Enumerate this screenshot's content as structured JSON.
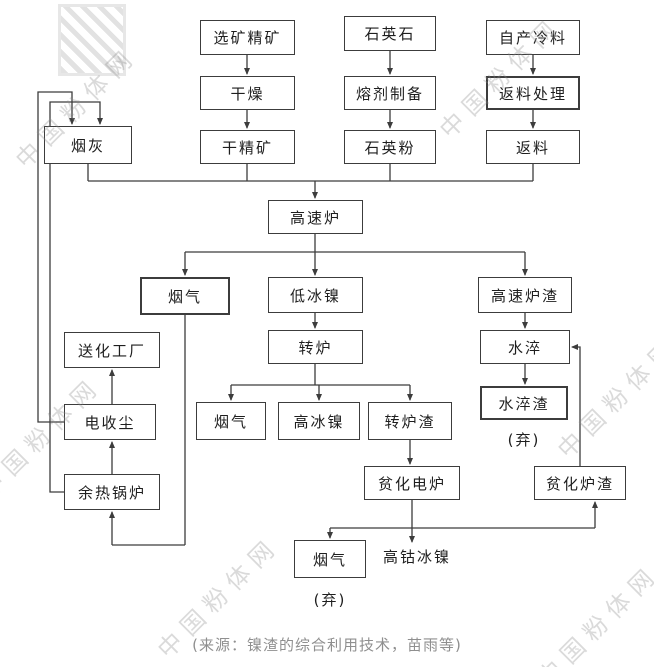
{
  "watermark": "中国粉体网",
  "caption": "(来源：镍渣的综合利用技术，苗雨等)",
  "nodes": [
    {
      "id": "ore-concentrate",
      "label": "选矿精矿"
    },
    {
      "id": "quartz-stone",
      "label": "石英石"
    },
    {
      "id": "self-produced-cold-material",
      "label": "自产冷料"
    },
    {
      "id": "drying",
      "label": "干燥"
    },
    {
      "id": "flux-preparation",
      "label": "熔剂制备"
    },
    {
      "id": "return-material-processing",
      "label": "返料处理"
    },
    {
      "id": "smoke-dust",
      "label": "烟灰"
    },
    {
      "id": "dry-concentrate",
      "label": "干精矿"
    },
    {
      "id": "quartz-powder",
      "label": "石英粉"
    },
    {
      "id": "return-material",
      "label": "返料"
    },
    {
      "id": "high-speed-furnace",
      "label": "高速炉"
    },
    {
      "id": "flue-gas-1",
      "label": "烟气"
    },
    {
      "id": "low-nickel-matte",
      "label": "低冰镍"
    },
    {
      "id": "high-speed-furnace-slag",
      "label": "高速炉渣"
    },
    {
      "id": "to-chemical-plant",
      "label": "送化工厂"
    },
    {
      "id": "converter",
      "label": "转炉"
    },
    {
      "id": "water-quench",
      "label": "水淬"
    },
    {
      "id": "electrostatic-precipitator",
      "label": "电收尘"
    },
    {
      "id": "flue-gas-2",
      "label": "烟气"
    },
    {
      "id": "high-nickel-matte",
      "label": "高冰镍"
    },
    {
      "id": "converter-slag",
      "label": "转炉渣"
    },
    {
      "id": "water-quench-slag",
      "label": "水淬渣"
    },
    {
      "id": "discard-1",
      "label": "(弃)"
    },
    {
      "id": "waste-heat-boiler",
      "label": "余热锅炉"
    },
    {
      "id": "depletion-electric-furnace",
      "label": "贫化电炉"
    },
    {
      "id": "depleted-furnace-slag",
      "label": "贫化炉渣"
    },
    {
      "id": "flue-gas-3",
      "label": "烟气"
    },
    {
      "id": "high-cobalt-nickel-matte",
      "label": "高钴冰镍"
    },
    {
      "id": "discard-2",
      "label": "(弃)"
    }
  ],
  "edges": [
    {
      "from": "ore-concentrate",
      "to": "drying"
    },
    {
      "from": "drying",
      "to": "dry-concentrate"
    },
    {
      "from": "quartz-stone",
      "to": "flux-preparation"
    },
    {
      "from": "flux-preparation",
      "to": "quartz-powder"
    },
    {
      "from": "self-produced-cold-material",
      "to": "return-material-processing"
    },
    {
      "from": "return-material-processing",
      "to": "return-material"
    },
    {
      "from": "dry-concentrate",
      "to": "high-speed-furnace"
    },
    {
      "from": "quartz-powder",
      "to": "high-speed-furnace"
    },
    {
      "from": "return-material",
      "to": "high-speed-furnace"
    },
    {
      "from": "smoke-dust",
      "to": "high-speed-furnace"
    },
    {
      "from": "high-speed-furnace",
      "to": "flue-gas-1"
    },
    {
      "from": "high-speed-furnace",
      "to": "low-nickel-matte"
    },
    {
      "from": "high-speed-furnace",
      "to": "high-speed-furnace-slag"
    },
    {
      "from": "low-nickel-matte",
      "to": "converter"
    },
    {
      "from": "converter",
      "to": "flue-gas-2"
    },
    {
      "from": "converter",
      "to": "high-nickel-matte"
    },
    {
      "from": "converter",
      "to": "converter-slag"
    },
    {
      "from": "converter-slag",
      "to": "depletion-electric-furnace"
    },
    {
      "from": "depletion-electric-furnace",
      "to": "flue-gas-3"
    },
    {
      "from": "depletion-electric-furnace",
      "to": "high-cobalt-nickel-matte"
    },
    {
      "from": "depletion-electric-furnace",
      "to": "depleted-furnace-slag"
    },
    {
      "from": "depleted-furnace-slag",
      "to": "water-quench"
    },
    {
      "from": "high-speed-furnace-slag",
      "to": "water-quench"
    },
    {
      "from": "water-quench",
      "to": "water-quench-slag"
    },
    {
      "from": "water-quench-slag",
      "to": "discard-1"
    },
    {
      "from": "flue-gas-1",
      "to": "waste-heat-boiler"
    },
    {
      "from": "waste-heat-boiler",
      "to": "electrostatic-precipitator"
    },
    {
      "from": "electrostatic-precipitator",
      "to": "to-chemical-plant"
    },
    {
      "from": "electrostatic-precipitator",
      "to": "smoke-dust"
    },
    {
      "from": "waste-heat-boiler",
      "to": "smoke-dust"
    },
    {
      "from": "flue-gas-3",
      "to": "discard-2"
    }
  ]
}
